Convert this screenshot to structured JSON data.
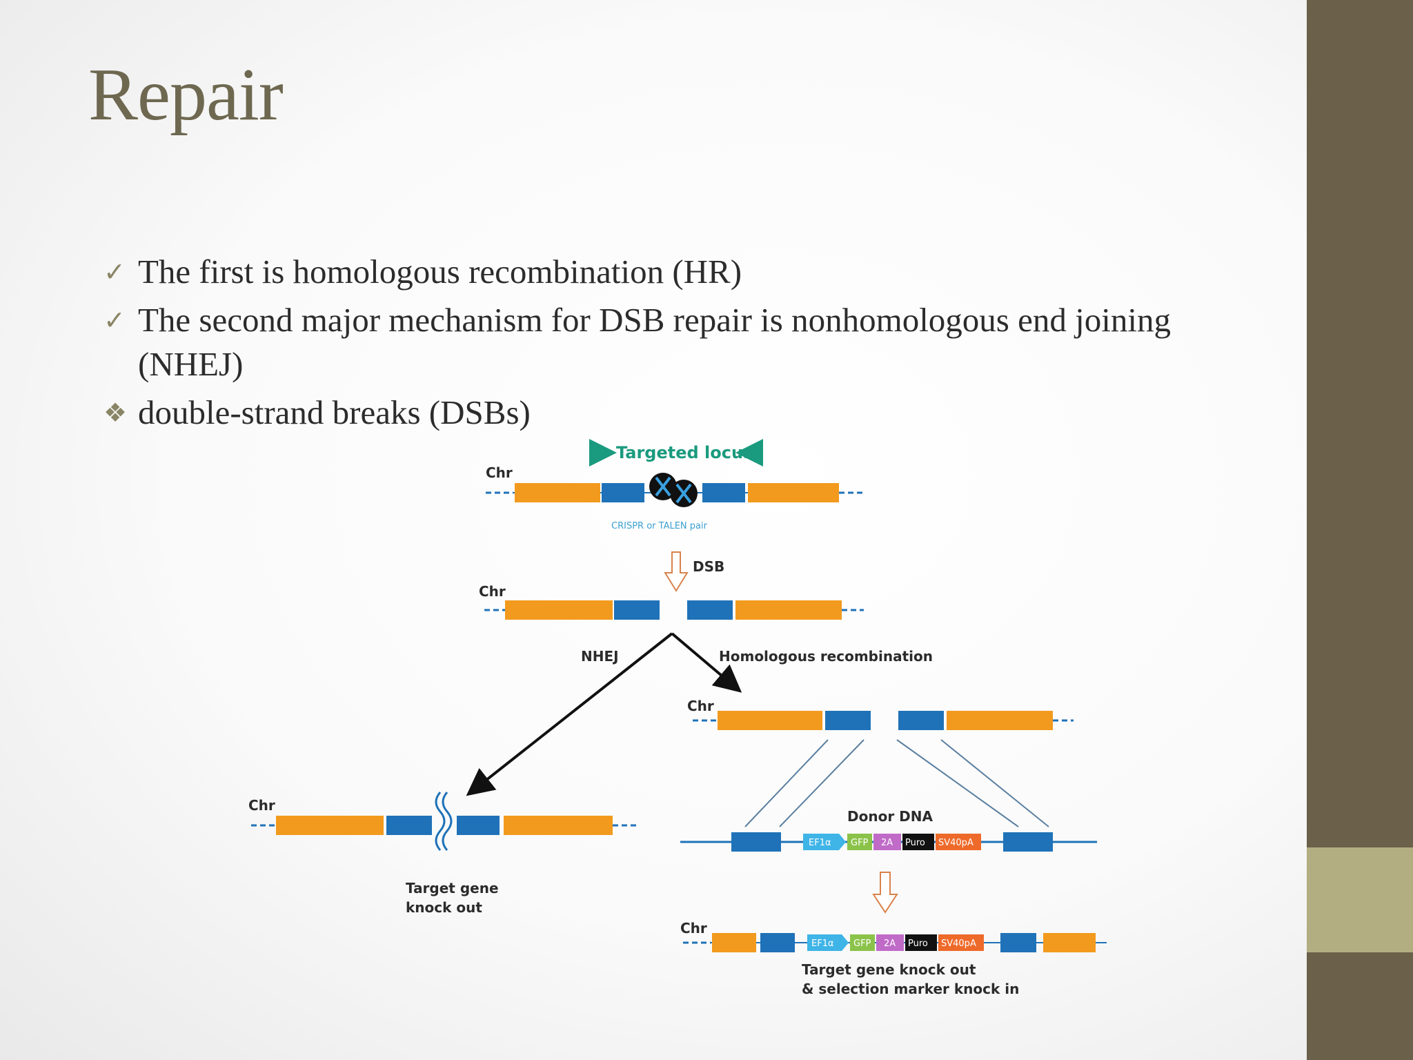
{
  "slide": {
    "title": "Repair",
    "bullets": [
      {
        "mark": "check",
        "text": "The first is homologous recombination (HR)"
      },
      {
        "mark": "check",
        "text": "The second major mechanism for DSB repair is nonhomologous end joining (NHEJ)"
      },
      {
        "mark": "diamond",
        "text": "double-strand breaks (DSBs)"
      }
    ]
  },
  "icons": {
    "check": "✓",
    "diamond": "❖"
  },
  "colors": {
    "title": "#6e6850",
    "sidebar": "#6b604a",
    "sidebar_accent": "#b3ae82",
    "orange_block": "#f29a1e",
    "blue_block": "#1f72b8",
    "teal_label": "#1a9a7e"
  },
  "diagram": {
    "targeted_locus": "Targeted locus",
    "chr": "Chr",
    "nuclease_label": "CRISPR or TALEN pair",
    "dsb": "DSB",
    "nhej": "NHEJ",
    "homologous_recombination": "Homologous recombination",
    "donor_dna": "Donor DNA",
    "cassette": [
      "EF1α",
      "GFP",
      "2A",
      "Puro",
      "SV40pA"
    ],
    "knockout_label_1": "Target gene",
    "knockout_label_2": "knock out",
    "result_label_1": "Target gene knock out",
    "result_label_2": "& selection marker knock in"
  }
}
